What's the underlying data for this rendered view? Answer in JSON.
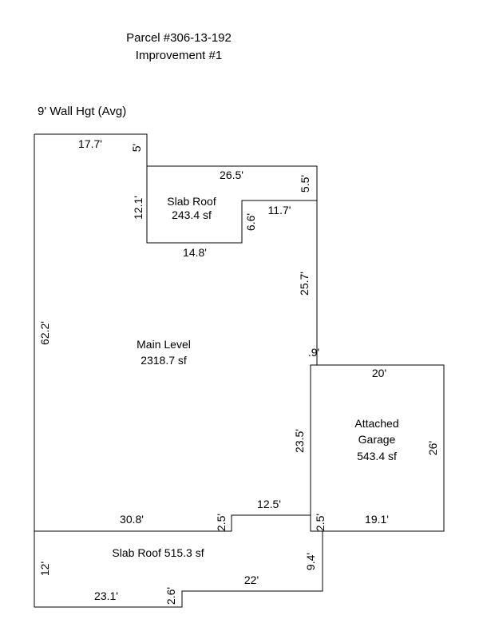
{
  "header": {
    "parcel": "Parcel #306-13-192",
    "improvement": "Improvement #1",
    "wall_height": "9' Wall Hgt (Avg)"
  },
  "areas": {
    "slab_roof_upper_name": "Slab Roof",
    "slab_roof_upper_area": "243.4 sf",
    "main_level_name": "Main Level",
    "main_level_area": "2318.7 sf",
    "garage_name_line1": "Attached",
    "garage_name_line2": "Garage",
    "garage_area": "543.4 sf",
    "slab_roof_lower": "Slab Roof  515.3 sf"
  },
  "dimensions": {
    "main_top": "17.7'",
    "main_notch_drop": "5'",
    "slab_top": "26.5'",
    "slab_right": "5.5'",
    "slab_left": "12.1'",
    "slab_inner_drop": "6.6'",
    "slab_inner_run": "11.7'",
    "slab_bottom": "14.8'",
    "main_right_upper": "25.7'",
    "main_right_small": ".9'",
    "main_left": "62.2'",
    "main_bottom": "30.8'",
    "main_step": "2.5'",
    "main_bottom_right": "12.5'",
    "garage_top": "20'",
    "garage_left": "23.5'",
    "garage_right": "26'",
    "garage_step": "2.5'",
    "garage_bottom": "19.1'",
    "lower_left": "12'",
    "lower_right": "9.4'",
    "lower_inner_run": "22'",
    "lower_bottom": "23.1'",
    "lower_step": "2.6'"
  }
}
